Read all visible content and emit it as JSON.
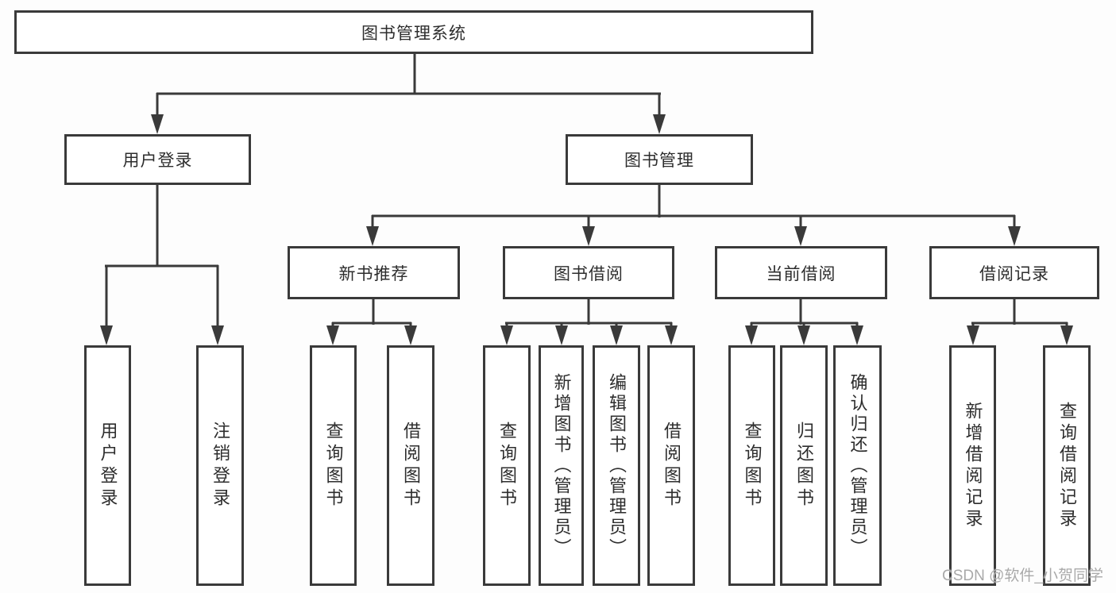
{
  "diagram": {
    "root": "图书管理系统",
    "level2": {
      "user_login": "用户登录",
      "book_mgmt": "图书管理"
    },
    "level3": {
      "new_book_rec": "新书推荐",
      "book_borrow": "图书借阅",
      "current_borrow": "当前借阅",
      "borrow_record": "借阅记录"
    },
    "leaves": {
      "user_login_leaf": "用户登录",
      "logout_leaf": "注销登录",
      "nb_query_book": "查询图书",
      "nb_borrow_book": "借阅图书",
      "bb_query_book": "查询图书",
      "bb_add_book": "新增图书（管理员）",
      "bb_edit_book": "编辑图书（管理员）",
      "bb_borrow_book": "借阅图书",
      "cb_query_book": "查询图书",
      "cb_return_book": "归还图书",
      "cb_confirm_return": "确认归还（管理员）",
      "br_add_record": "新增借阅记录",
      "br_query_record": "查询借阅记录"
    }
  },
  "watermark": "CSDN @软件_小贺同学"
}
